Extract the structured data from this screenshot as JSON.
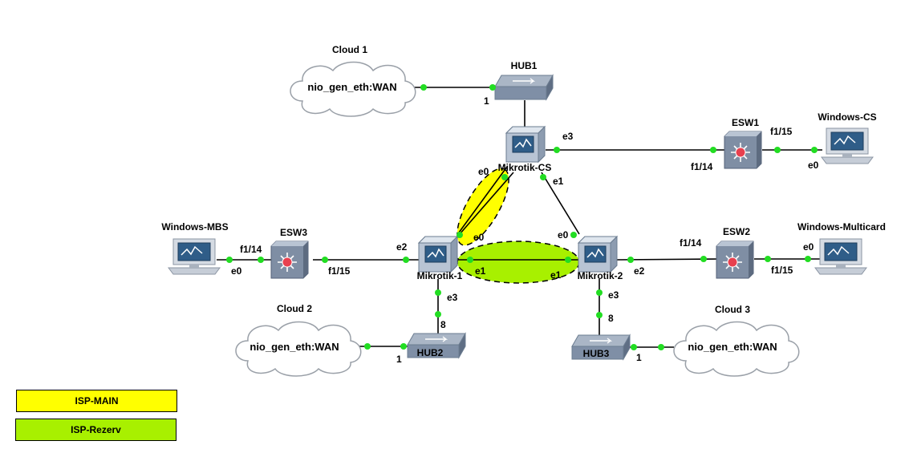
{
  "colors": {
    "isp_main": "#ffff00",
    "isp_rezerv": "#a8f000",
    "port_dot": "#22dd22",
    "link": "#000000"
  },
  "nodes": {
    "cloud1": {
      "name": "Cloud 1",
      "text": "nio_gen_eth:WAN"
    },
    "cloud2": {
      "name": "Cloud 2",
      "text": "nio_gen_eth:WAN"
    },
    "cloud3": {
      "name": "Cloud 3",
      "text": "nio_gen_eth:WAN"
    },
    "hub1": {
      "name": "HUB1"
    },
    "hub2": {
      "name": "HUB2"
    },
    "hub3": {
      "name": "HUB3"
    },
    "esw1": {
      "name": "ESW1"
    },
    "esw2": {
      "name": "ESW2"
    },
    "esw3": {
      "name": "ESW3"
    },
    "mikrotik_cs": {
      "name": "Mikrotik-CS"
    },
    "mikrotik_1": {
      "name": "Mikrotik-1"
    },
    "mikrotik_2": {
      "name": "Mikrotik-2"
    },
    "windows_cs": {
      "name": "Windows-CS"
    },
    "windows_mbs": {
      "name": "Windows-MBS"
    },
    "windows_multicard": {
      "name": "Windows-Multicard"
    }
  },
  "ports": {
    "hub1_1": "1",
    "cs_e3": "e3",
    "cs_e0": "e0",
    "cs_e1": "e1",
    "esw1_f114": "f1/14",
    "esw1_f115": "f1/15",
    "wcs_e0": "e0",
    "m1_e0": "e0",
    "m1_e2": "e2",
    "m1_e1": "e1",
    "m1_e3": "e3",
    "m2_e0": "e0",
    "m2_e1": "e1",
    "m2_e2": "e2",
    "m2_e3": "e3",
    "esw3_f114": "f1/14",
    "esw3_f115": "f1/15",
    "wmbs_e0": "e0",
    "esw2_f114": "f1/14",
    "esw2_f115": "f1/15",
    "wmc_e0": "e0",
    "hub2_8": "8",
    "hub2_1": "1",
    "hub3_8": "8",
    "hub3_1": "1"
  },
  "legend": {
    "isp_main": "ISP-MAIN",
    "isp_rezerv": "ISP-Rezerv"
  }
}
